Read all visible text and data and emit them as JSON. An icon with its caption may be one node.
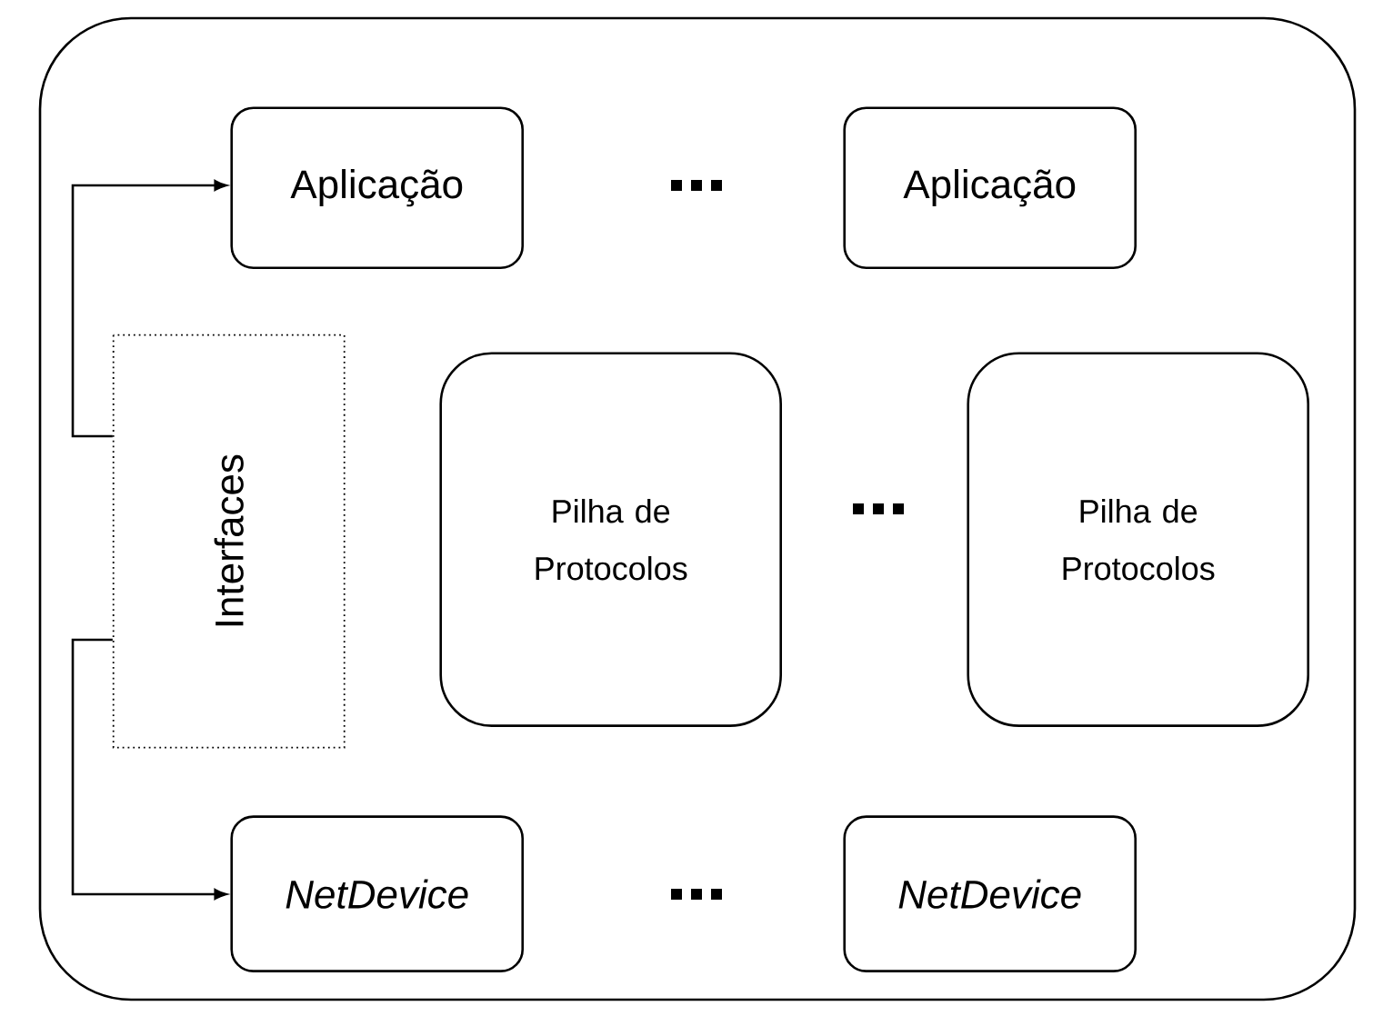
{
  "diagram": {
    "nodes": [
      {
        "text": [],
        "shape": "box"
      },
      {
        "text": [
          "Aplicação"
        ],
        "in": 0
      },
      {
        "text": [
          "Aplicação"
        ],
        "in": 0
      },
      {
        "text": [
          "Interfaces"
        ],
        "in": 0
      },
      {
        "text": [
          "Pilha de Protocolos"
        ],
        "in": 0
      },
      {
        "text": [
          "Pilha de Protocolos"
        ],
        "in": 0
      },
      {
        "text": [
          "NetDevice"
        ],
        "in": 0
      },
      {
        "text": [
          "NetDevice"
        ],
        "in": 0
      }
    ],
    "edges": [
      {
        "from": 3,
        "to": 1,
        "arrow": "to"
      },
      {
        "from": 3,
        "to": 6,
        "arrow": "to"
      }
    ]
  }
}
